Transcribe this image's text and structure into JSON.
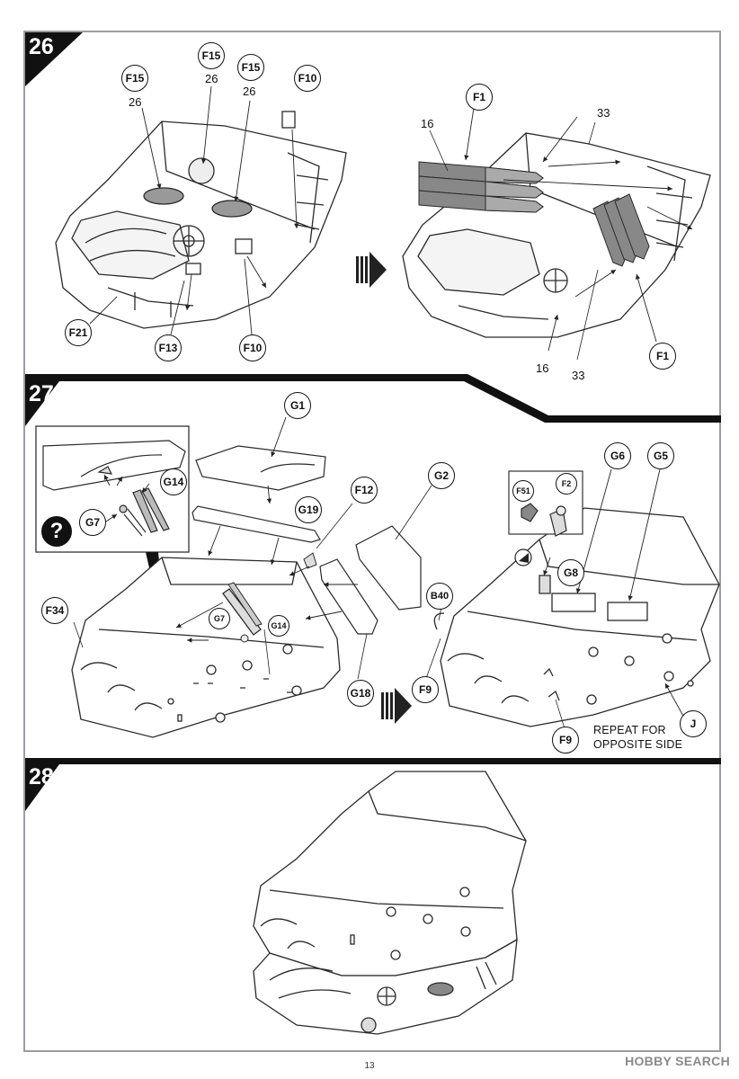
{
  "steps": [
    {
      "number": "26"
    },
    {
      "number": "27"
    },
    {
      "number": "28"
    }
  ],
  "step26": {
    "callouts_left": [
      "F15",
      "F15",
      "F15",
      "F10",
      "F21",
      "F13",
      "F10"
    ],
    "qty_left": [
      "26",
      "26",
      "26"
    ],
    "callouts_right": [
      "F1",
      "F1"
    ],
    "qty_right": [
      "16",
      "33",
      "16",
      "33"
    ]
  },
  "step27": {
    "inset_callouts": [
      "G14",
      "G7"
    ],
    "inset_warning": "?",
    "callouts_left": [
      "G1",
      "G19",
      "F12",
      "G2",
      "F34",
      "G7",
      "G14",
      "G18"
    ],
    "callouts_right": [
      "G6",
      "G5",
      "F51",
      "F2",
      "G8",
      "B40",
      "F9",
      "F9",
      "J"
    ],
    "note": "REPEAT FOR\nOPPOSITE SIDE"
  },
  "footer": {
    "page_number": "13",
    "watermark": "HOBBY SEARCH"
  },
  "colors": {
    "banner": "#111111",
    "frame": "#9a9da0",
    "line_art": "#2a2a2a",
    "part_shade": "#7f7f7f"
  }
}
